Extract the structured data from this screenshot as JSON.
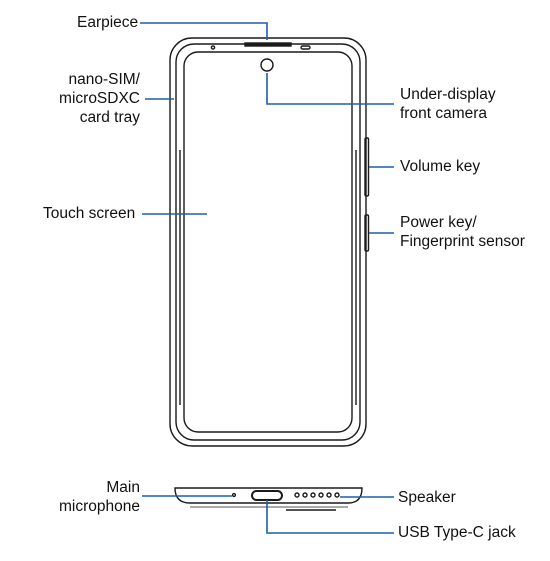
{
  "colors": {
    "outline": "#1a1a1a",
    "leader": "#1f5fa8",
    "text": "#111111"
  },
  "labels": {
    "earpiece": "Earpiece",
    "sim_tray_1": "nano-SIM/",
    "sim_tray_2": "microSDXC",
    "sim_tray_3": "card tray",
    "touch_screen": "Touch screen",
    "front_camera_1": "Under-display",
    "front_camera_2": "front camera",
    "volume_key": "Volume key",
    "power_key_1": "Power key/",
    "power_key_2": "Fingerprint sensor",
    "main_mic_1": "Main",
    "main_mic_2": "microphone",
    "speaker": "Speaker",
    "usb_jack": "USB Type-C jack"
  }
}
